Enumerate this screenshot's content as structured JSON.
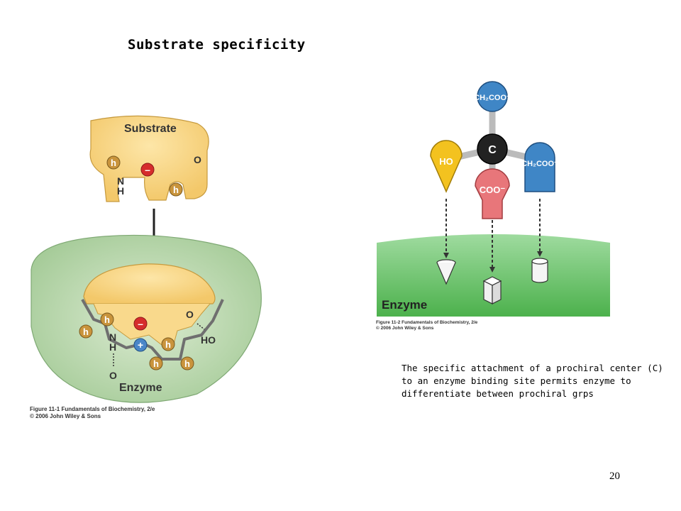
{
  "slide": {
    "title": "Substrate specificity",
    "page_number": "20"
  },
  "figure1": {
    "substrate_label": "Substrate",
    "enzyme_label": "Enzyme",
    "h_label": "h",
    "minus_label": "–",
    "plus_label": "+",
    "o_label": "O",
    "n_label": "N",
    "nh_h_label": "H",
    "ho_label": "HO",
    "caption_line1": "Figure 11-1 Fundamentals of Biochemistry, 2/e",
    "caption_line2": "© 2006 John Wiley & Sons",
    "colors": {
      "substrate_fill": "#f9d98c",
      "enzyme_fill": "#bcd9b0",
      "hydrophobic": "#c9943c",
      "negative": "#d62c2c",
      "positive": "#4a86c8"
    }
  },
  "figure2": {
    "center_label": "C",
    "top_group_label": "CH₂COO⁻",
    "right_group_label": "CH₂COO⁻",
    "left_group_label": "HO",
    "front_group_label": "COO⁻",
    "enzyme_label": "Enzyme",
    "caption_line1": "Figure 11-2 Fundamentals of Biochemistry, 2/e",
    "caption_line2": "© 2006 John Wiley & Sons",
    "colors": {
      "ho_group": "#f3c21f",
      "coo_group": "#e8767a",
      "ch2coo_group": "#3f86c6",
      "carbon": "#222222",
      "enzyme_green": "#6ac76a"
    }
  },
  "caption": {
    "line1": "The specific attachment of a prochiral center (C)",
    "line2": "to an enzyme binding site permits enzyme to",
    "line3": "differentiate between prochiral grps"
  }
}
